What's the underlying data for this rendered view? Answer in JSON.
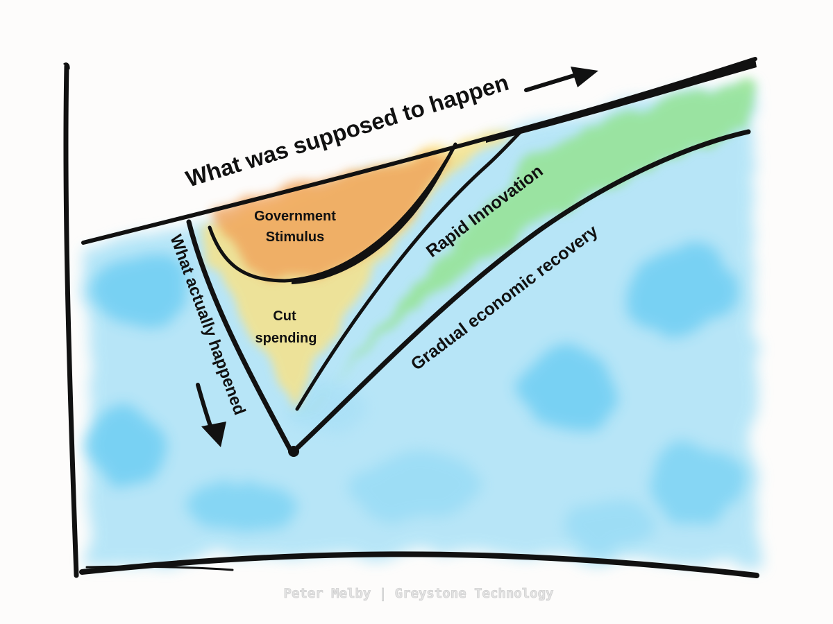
{
  "labels": {
    "supposed": "What was supposed to happen",
    "actually": "What actually happened",
    "stimulus_line1": "Government",
    "stimulus_line2": "Stimulus",
    "cut_line1": "Cut",
    "cut_line2": "spending",
    "innovation": "Rapid Innovation",
    "recovery": "Gradual economic recovery"
  },
  "credit": "Peter Melby | Greystone Technology",
  "colors": {
    "ink": "#111111",
    "blue_wash": "#4fc8f0",
    "green_wash": "#8ee37e",
    "yellow_wash": "#ffe27a",
    "orange_wash": "#f0a35a",
    "background": "#fdfcfb"
  }
}
